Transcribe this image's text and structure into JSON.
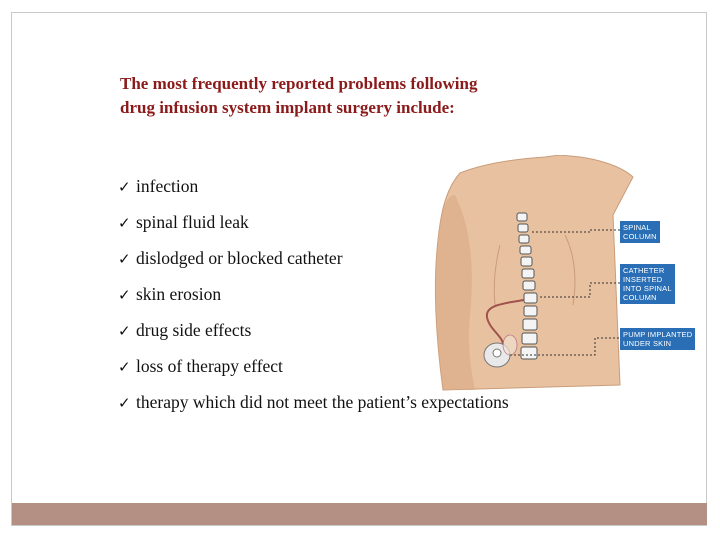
{
  "title": {
    "line1": "The most frequently reported problems following",
    "line2": "drug infusion system implant surgery include:"
  },
  "bullet_marker": "ü",
  "bullets": [
    "infection",
    "spinal fluid leak",
    "dislodged or blocked catheter",
    "skin erosion",
    "drug side effects",
    "loss of therapy effect",
    "therapy which did not meet the patient’s expectations"
  ],
  "illustration": {
    "labels": {
      "spinal_column": [
        "SPINAL",
        "COLUMN"
      ],
      "catheter": [
        "CATHETER",
        "INSERTED",
        "INTO SPINAL",
        "COLUMN"
      ],
      "pump": [
        "PUMP IMPLANTED",
        "UNDER SKIN"
      ]
    },
    "colors": {
      "skin": "#e8c2a0",
      "skin_shadow": "#d9a986",
      "label_bg": "#2a6fb5",
      "catheter": "#a0524a"
    }
  },
  "colors": {
    "title": "#8b1a1a",
    "footer_band": "#b48f83"
  }
}
